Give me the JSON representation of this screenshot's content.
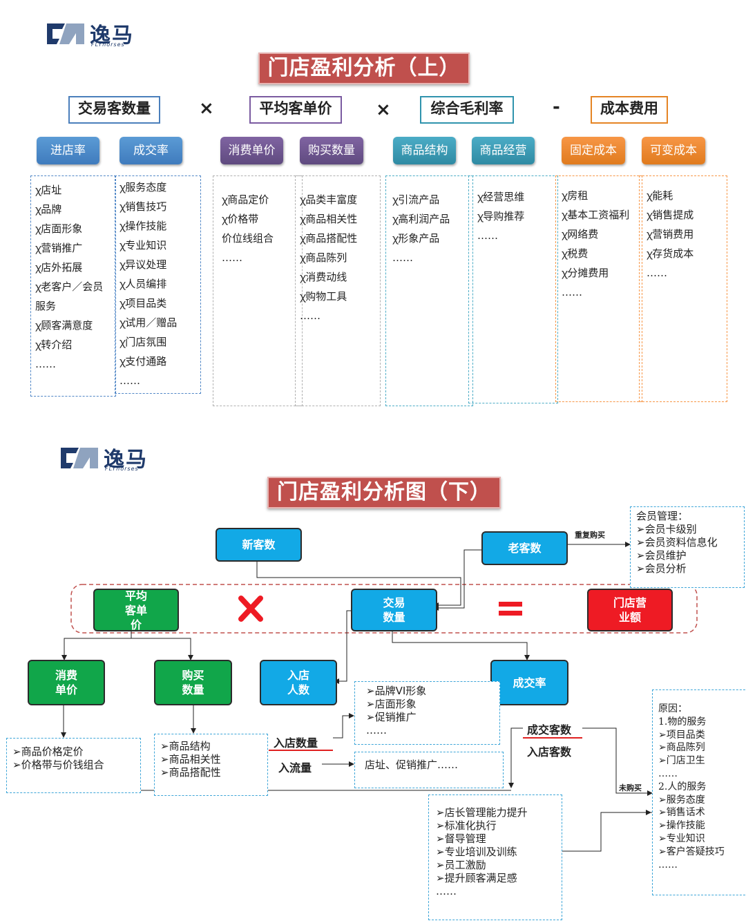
{
  "logo": {
    "cn": "逸马",
    "en": "FLYhorses"
  },
  "top": {
    "title": "门店盈利分析（上）",
    "formula": {
      "a": "交易客数量",
      "op1": "×",
      "b": "平均客单价",
      "op2": "×",
      "c": "综合毛利率",
      "op3": "-",
      "d": "成本费用"
    },
    "columns": [
      {
        "header": "进店率",
        "items": [
          "ꭓ店址",
          "ꭓ品牌",
          "ꭓ店面形象",
          "ꭓ营销推广",
          "ꭓ店外拓展",
          "ꭓ老客户／会员服务",
          "ꭓ顾客满意度",
          "ꭓ转介绍",
          "……"
        ]
      },
      {
        "header": "成交率",
        "items": [
          "ꭓ服务态度",
          "ꭓ销售技巧",
          "ꭓ操作技能",
          "ꭓ专业知识",
          "ꭓ异议处理",
          "ꭓ人员编排",
          "ꭓ项目品类",
          "ꭓ试用／赠品",
          "ꭓ门店氛围",
          "ꭓ支付通路",
          "……"
        ]
      },
      {
        "header": "消费单价",
        "items": [
          "ꭓ商品定价",
          "ꭓ价格带",
          "价位线组合",
          "……"
        ]
      },
      {
        "header": "购买数量",
        "items": [
          "ꭓ品类丰富度",
          "ꭓ商品相关性",
          "ꭓ商品搭配性",
          "ꭓ商品陈列",
          "ꭓ消费动线",
          "ꭓ购物工具",
          "……"
        ]
      },
      {
        "header": "商品结构",
        "items": [
          "ꭓ引流产品",
          "ꭓ高利润产品",
          "ꭓ形象产品",
          "……"
        ]
      },
      {
        "header": "商品经营",
        "items": [
          "ꭓ经营思维",
          "ꭓ导购推荐",
          "……"
        ]
      },
      {
        "header": "固定成本",
        "items": [
          "ꭓ房租",
          "ꭓ基本工资福利",
          "ꭓ网络费",
          "ꭓ税费",
          "ꭓ分摊费用",
          "……"
        ]
      },
      {
        "header": "可变成本",
        "items": [
          "ꭓ能耗",
          "ꭓ销售提成",
          "ꭓ营销费用",
          "ꭓ存货成本",
          "……"
        ]
      }
    ]
  },
  "bottom": {
    "title": "门店盈利分析图（下）",
    "nodes": {
      "new_customers": "新客数",
      "old_customers": "老客数",
      "avg_price": "平均客单价",
      "trade_qty": "交易数量",
      "revenue": "门店营业额",
      "unit_price": "消费单价",
      "buy_qty": "购买数量",
      "visitors": "入店人数",
      "conversion": "成交率"
    },
    "repeat_label": "重复购买",
    "no_buy_label": "未购买",
    "member_box": [
      "会员管理：",
      "➢会员卡级别",
      "➢会员资料信息化",
      "➢会员维护",
      "➢会员分析"
    ],
    "price_box": [
      "➢商品价格定价",
      "➢价格带与价钱组合"
    ],
    "product_box": [
      "➢商品结构",
      "➢商品相关性",
      "➢商品搭配性"
    ],
    "brand_box": [
      "➢品牌VI形象",
      "➢店面形象",
      "➢促销推广",
      "……"
    ],
    "traffic_box": "店址、促销推广……",
    "visit_qty_label": "入店数量",
    "traffic_label": "入流量",
    "deal_label": "成交客数",
    "visit_label": "入店客数",
    "manage_box": [
      "➢店长管理能力提升",
      "➢标准化执行",
      "➢督导管理",
      "➢专业培训及训练",
      "➢员工激励",
      "➢提升顾客满足感",
      "……"
    ],
    "reason_box": [
      "原因：",
      "1.物的服务",
      "➢项目品类",
      "➢商品陈列",
      "➢门店卫生",
      "……",
      "2.人的服务",
      "➢服务态度",
      "➢销售话术",
      "➢操作技能",
      "➢专业知识",
      "➢客户答疑技巧",
      "……"
    ]
  }
}
